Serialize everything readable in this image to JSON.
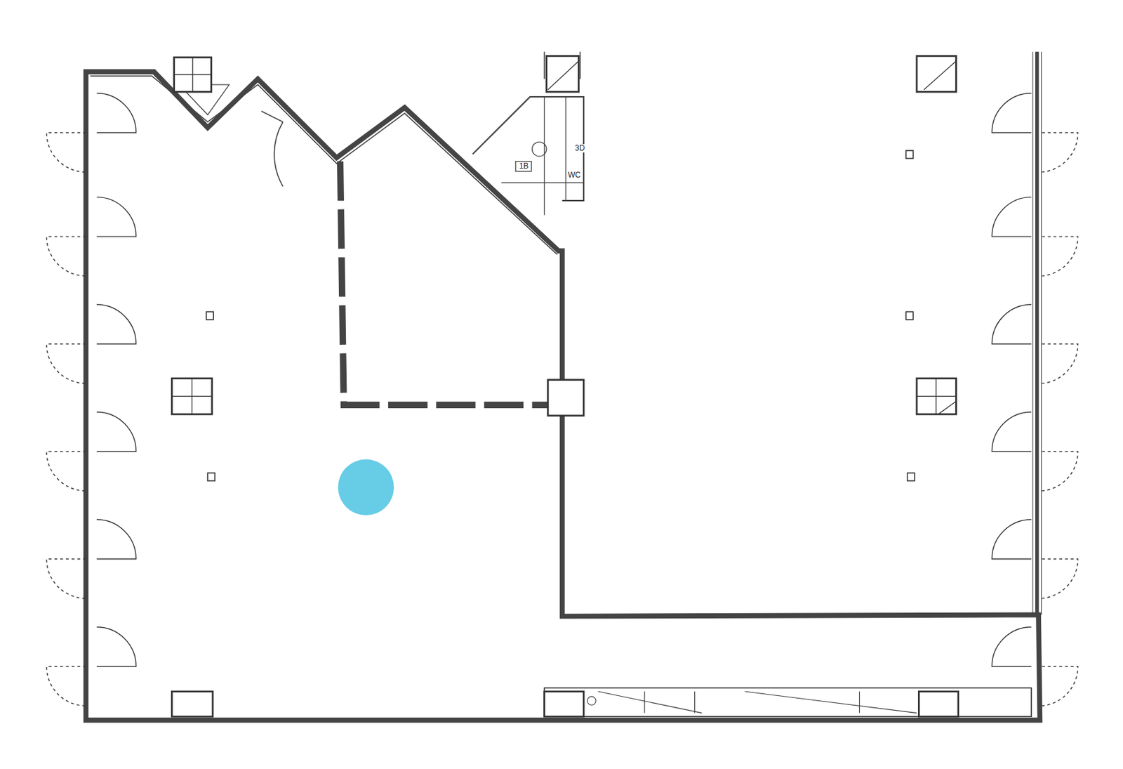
{
  "diagram": {
    "labels": [
      "3D",
      "WC",
      "1B"
    ]
  }
}
